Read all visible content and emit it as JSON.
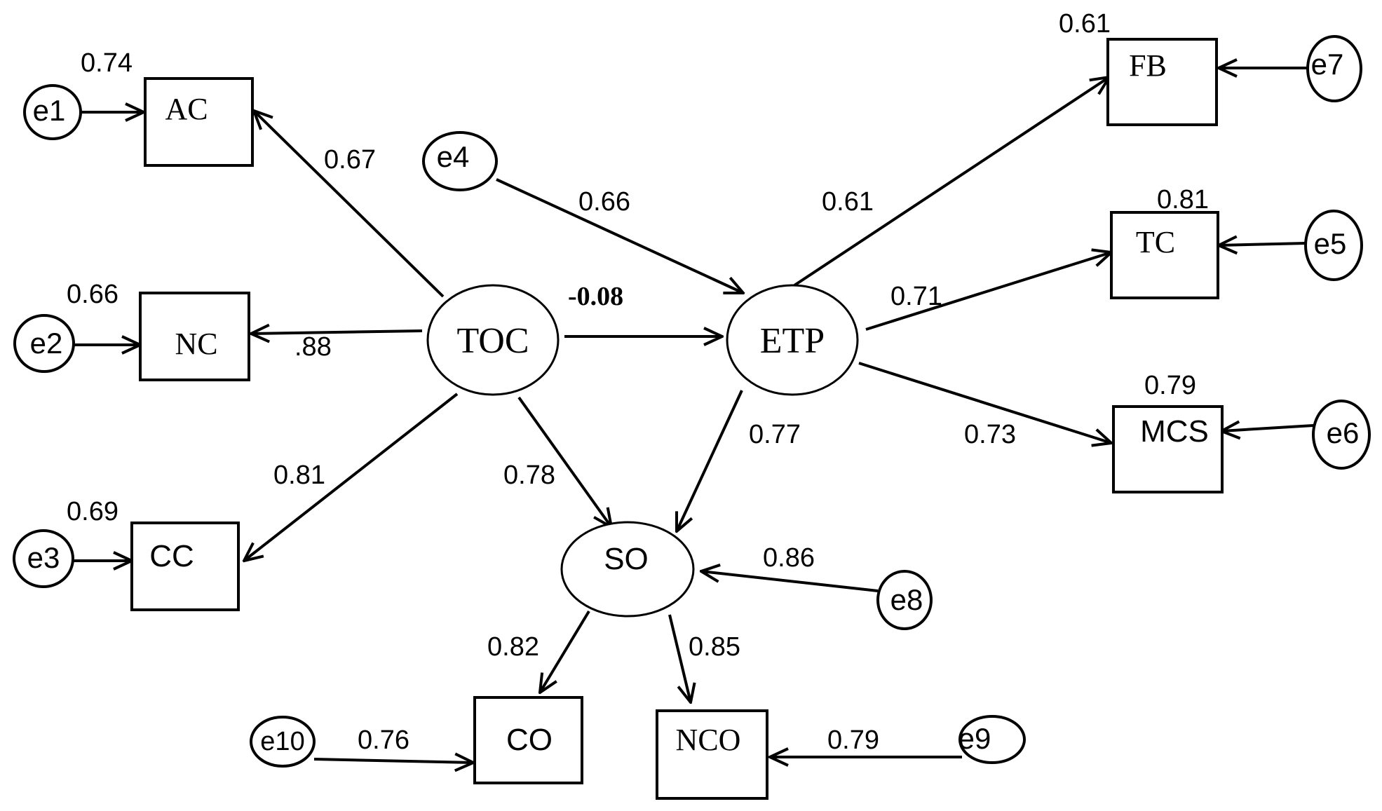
{
  "nodes": {
    "AC": "AC",
    "NC": "NC",
    "CC": "CC",
    "FB": "FB",
    "TC": "TC",
    "MCS": "MCS",
    "CO": "CO",
    "NCO": "NCO",
    "TOC": "TOC",
    "ETP": "ETP",
    "SO": "SO",
    "e1": "e1",
    "e2": "e2",
    "e3": "e3",
    "e4": "e4",
    "e5": "e5",
    "e6": "e6",
    "e7": "e7",
    "e8": "e8",
    "e9": "e9",
    "e10": "e10"
  },
  "r2": {
    "AC": "0.74",
    "NC": "0.66",
    "CC": "0.69",
    "FB": "0.61",
    "TC": "0.81",
    "MCS": "0.79"
  },
  "loadings": {
    "TOC_AC": "0.67",
    "TOC_NC": ".88",
    "TOC_CC": "0.81",
    "ETP_FB": "0.61",
    "ETP_TC": "0.71",
    "ETP_MCS": "0.73",
    "SO_CO": "0.82",
    "SO_NCO": "0.85"
  },
  "paths": {
    "TOC_ETP": "-0.08",
    "TOC_SO": "0.78",
    "ETP_SO": "0.77"
  },
  "errors": {
    "e4_ETP": "0.66",
    "e8_SO": "0.86",
    "e10_CO": "0.76",
    "e9_NCO": "0.79"
  }
}
